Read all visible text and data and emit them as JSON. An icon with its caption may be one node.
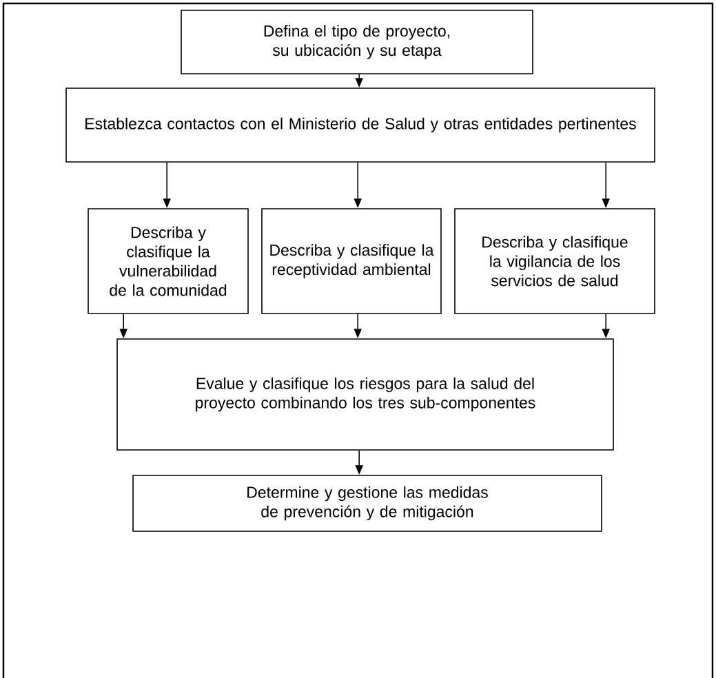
{
  "diagram": {
    "nodes": [
      {
        "text": [
          "Defina el tipo de proyecto, su ubicación y su etapa"
        ]
      },
      {
        "text": [
          "Establezca contactos con el Ministerio de Salud y otras entidades pertinentes"
        ]
      },
      {
        "text": [
          "Describa y clasifique la vulnerabilidad de la comunidad"
        ]
      },
      {
        "text": [
          "Describa y clasifique la receptividad ambiental"
        ]
      },
      {
        "text": [
          "Describa y clasifique la vigilancia de los servicios de salud"
        ]
      },
      {
        "text": [
          "Evalue y clasifique los riesgos para la salud del proyecto combinando los tres sub-componentes"
        ]
      },
      {
        "text": [
          "Determine y gestione las medidas de prevención y de mitigación"
        ]
      }
    ],
    "edges": [
      {
        "from": 0,
        "to": 1,
        "arrow": "to"
      },
      {
        "from": 1,
        "to": 2,
        "arrow": "to"
      },
      {
        "from": 1,
        "to": 3,
        "arrow": "to"
      },
      {
        "from": 1,
        "to": 4,
        "arrow": "to"
      },
      {
        "from": 2,
        "to": 5,
        "arrow": "to"
      },
      {
        "from": 3,
        "to": 5,
        "arrow": "to"
      },
      {
        "from": 4,
        "to": 5,
        "arrow": "to"
      },
      {
        "from": 5,
        "to": 6,
        "arrow": "to"
      }
    ]
  }
}
